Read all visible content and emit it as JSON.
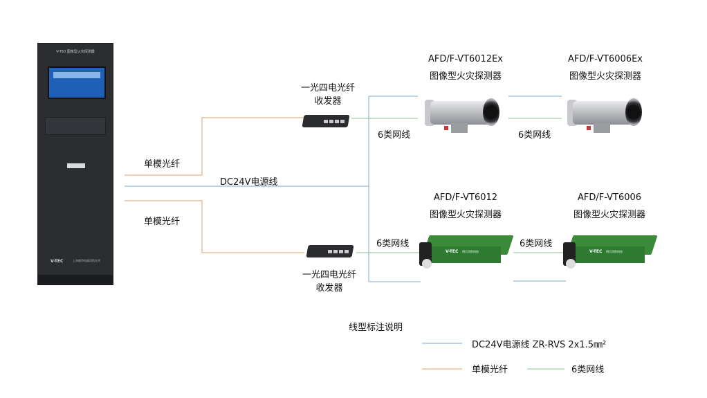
{
  "cabinet": {
    "title": "V-T60 图像型火灾探测器",
    "brand": "V-TEC",
    "company": "上海威特电器消防技术"
  },
  "transceiver_top": {
    "line1": "一光四电光纤",
    "line2": "收发器"
  },
  "transceiver_bottom": {
    "line1": "一光四电光纤",
    "line2": "收发器"
  },
  "cameras": [
    {
      "model": "AFD/F-VT6012Ex",
      "name": "图像型火灾探测器"
    },
    {
      "model": "AFD/F-VT6006Ex",
      "name": "图像型火灾探测器"
    },
    {
      "model": "AFD/F-VT6012",
      "name": "图像型火灾探测器",
      "brand": "V-TEC",
      "slogan": "明月消防科技"
    },
    {
      "model": "AFD/F-VT6006",
      "name": "图像型火灾探测器",
      "brand": "V-TEC",
      "slogan": "明月消防科技"
    }
  ],
  "labels": {
    "single_mode_top": "单模光纤",
    "single_mode_bottom": "单模光纤",
    "dc24v": "DC24V电源线",
    "cat6_1": "6类网线",
    "cat6_2": "6类网线",
    "cat6_3": "6类网线",
    "cat6_4": "6类网线"
  },
  "legend": {
    "title": "线型标注说明",
    "power": "DC24V电源线 ZR-RVS 2x1.5㎜²",
    "fiber": "单模光纤",
    "cat6": "6类网线"
  },
  "colors": {
    "fiber": "#e2a064",
    "power": "#7ea7cc",
    "cat6": "#8fbf8f"
  }
}
